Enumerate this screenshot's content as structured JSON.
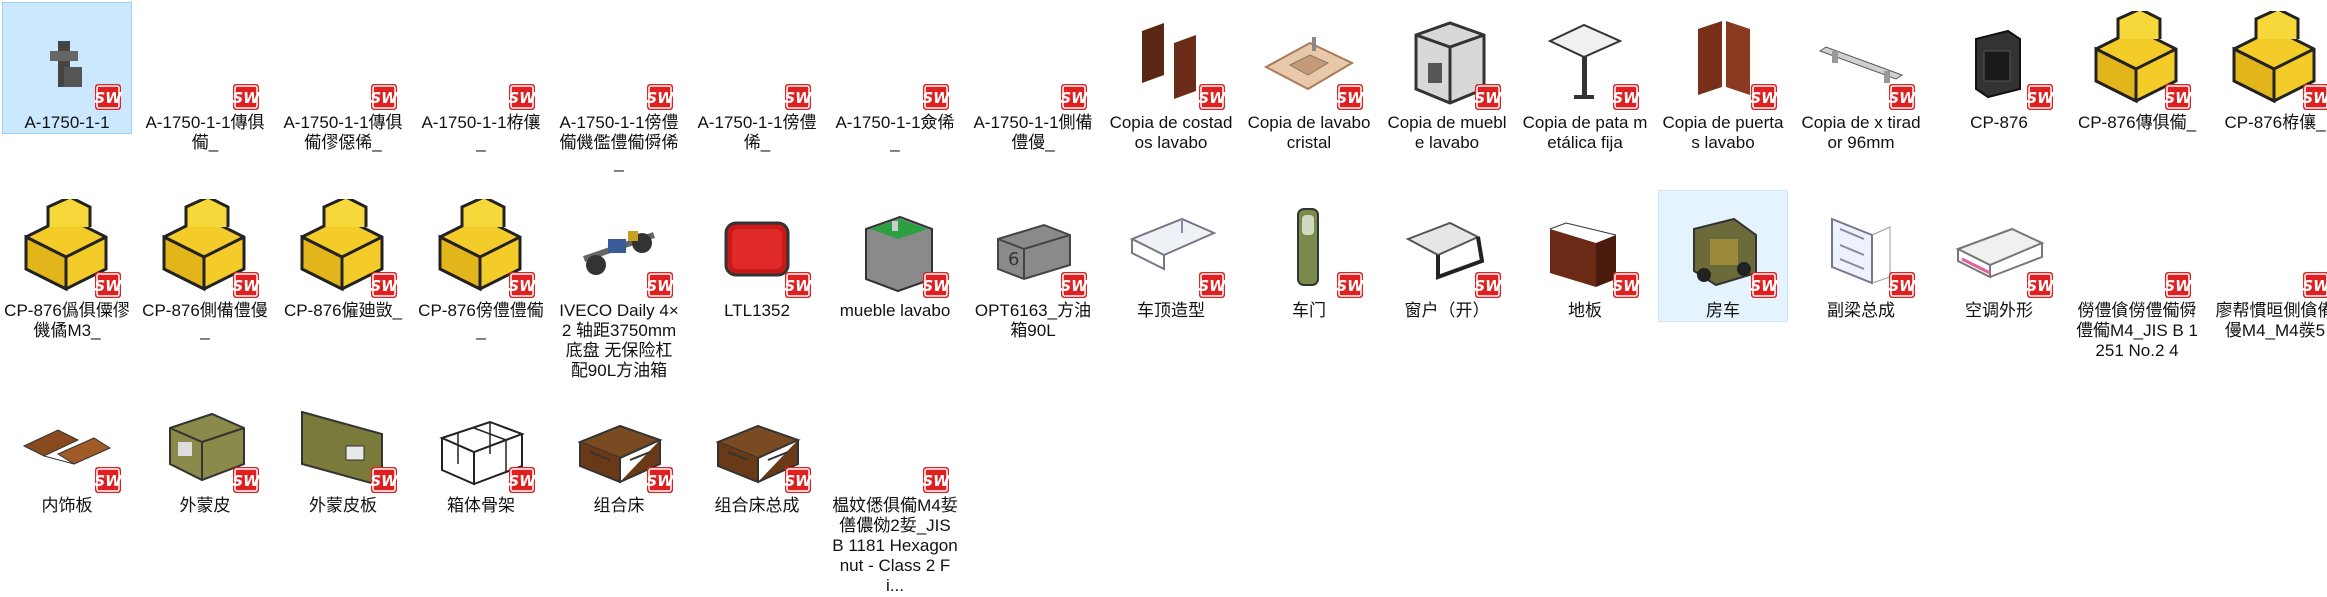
{
  "files": [
    {
      "label": "A-1750-1-1",
      "icon": "bracket",
      "state": "selected"
    },
    {
      "label": "A-1750-1-1傳俱僃_",
      "icon": "none"
    },
    {
      "label": "A-1750-1-1傳俱僃僇僫俙_",
      "icon": "none"
    },
    {
      "label": "A-1750-1-1栫儴_",
      "icon": "none"
    },
    {
      "label": "A-1750-1-1傍僼僃僟儖僼僃僢俙_",
      "icon": "none"
    },
    {
      "label": "A-1750-1-1傍僼俙_",
      "icon": "none"
    },
    {
      "label": "A-1750-1-1僉俙_",
      "icon": "none"
    },
    {
      "label": "A-1750-1-1側備僼僈_",
      "icon": "none"
    },
    {
      "label": "Copia de costados lavabo",
      "icon": "panels"
    },
    {
      "label": "Copia de lavabo cristal",
      "icon": "sink"
    },
    {
      "label": "Copia de mueble lavabo",
      "icon": "cabinet"
    },
    {
      "label": "Copia de pata metálica fija",
      "icon": "table-leg"
    },
    {
      "label": "Copia de puertas lavabo",
      "icon": "doors"
    },
    {
      "label": "Copia de x tirador 96mm",
      "icon": "handle"
    },
    {
      "label": "CP-876",
      "icon": "black-box"
    },
    {
      "label": "CP-876傳俱僃_",
      "icon": "yellow-block"
    },
    {
      "label": "CP-876栫儴_",
      "icon": "yellow-block"
    },
    {
      "label": "CP-876僞俱僳僇僟僪M3_",
      "icon": "yellow-block"
    },
    {
      "label": "CP-876側備僼僈_",
      "icon": "yellow-block"
    },
    {
      "label": "CP-876僱廸敳_",
      "icon": "yellow-block"
    },
    {
      "label": "CP-876傍僼僼僃_",
      "icon": "yellow-block"
    },
    {
      "label": "IVECO Daily 4×2 轴距3750mm底盘  无保险杠 配90L方油箱",
      "icon": "chassis"
    },
    {
      "label": "LTL1352",
      "icon": "red-light"
    },
    {
      "label": "mueble lavabo",
      "icon": "green-cabinet"
    },
    {
      "label": "OPT6163_方油箱90L",
      "icon": "fuel-tank"
    },
    {
      "label": "车顶造型",
      "icon": "roof"
    },
    {
      "label": "车门",
      "icon": "car-door"
    },
    {
      "label": "窗户（开）",
      "icon": "window"
    },
    {
      "label": "地板",
      "icon": "floor"
    },
    {
      "label": "房车",
      "icon": "rv",
      "state": "hover"
    },
    {
      "label": "副梁总成",
      "icon": "subframe"
    },
    {
      "label": "空调外形",
      "icon": "aircon"
    },
    {
      "label": "僗僼僋僗僼僃僢僼僃M4_JIS B 1251 No.2 4",
      "icon": "none"
    },
    {
      "label": "廖帮慣晅側僋備僈M4_M4彂5",
      "icon": "none"
    },
    {
      "label": "内饰板",
      "icon": "interior-panel"
    },
    {
      "label": "外蒙皮",
      "icon": "outer-skin"
    },
    {
      "label": "外蒙皮板",
      "icon": "skin-panel"
    },
    {
      "label": "箱体骨架",
      "icon": "frame"
    },
    {
      "label": "组合床",
      "icon": "bed"
    },
    {
      "label": "组合床总成",
      "icon": "bed"
    },
    {
      "label": "榅妏僁俱僃M4娎僐儂俲2娎_JIS B 1181 Hexagon nut - Class 2 Fi...",
      "icon": "none"
    }
  ],
  "sw_badge": {
    "text": "SW",
    "color": "#e02020"
  }
}
